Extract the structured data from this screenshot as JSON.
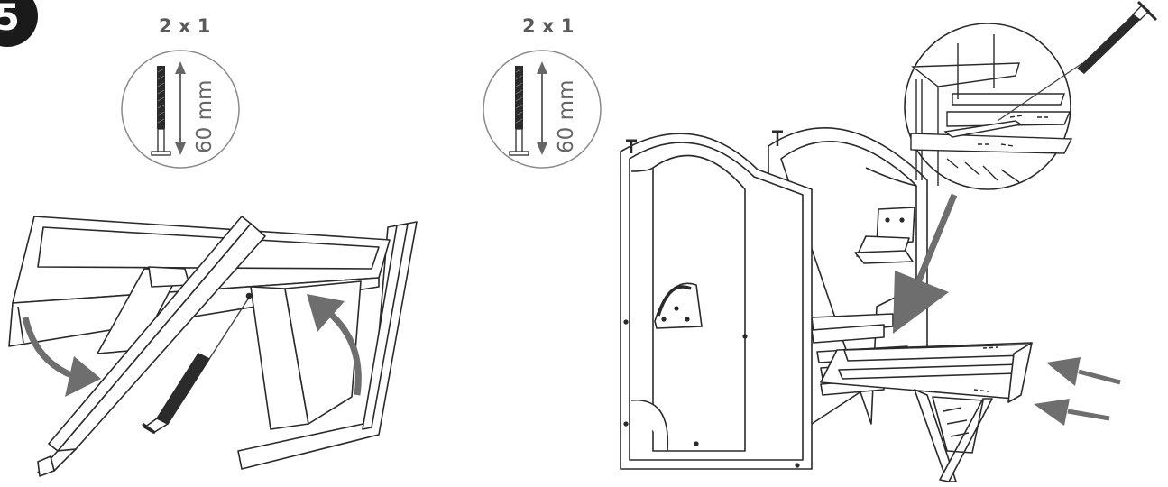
{
  "step": {
    "number": "5"
  },
  "hardware": [
    {
      "quantity": "2 x 1",
      "length_label": "60 mm",
      "icon": "bolt-icon"
    },
    {
      "quantity": "2 x 1",
      "length_label": "60 mm",
      "icon": "bolt-icon"
    }
  ],
  "colors": {
    "line": "#2a2a2a",
    "arrow": "#6e6e6e",
    "badge": "#1a1a1a"
  }
}
